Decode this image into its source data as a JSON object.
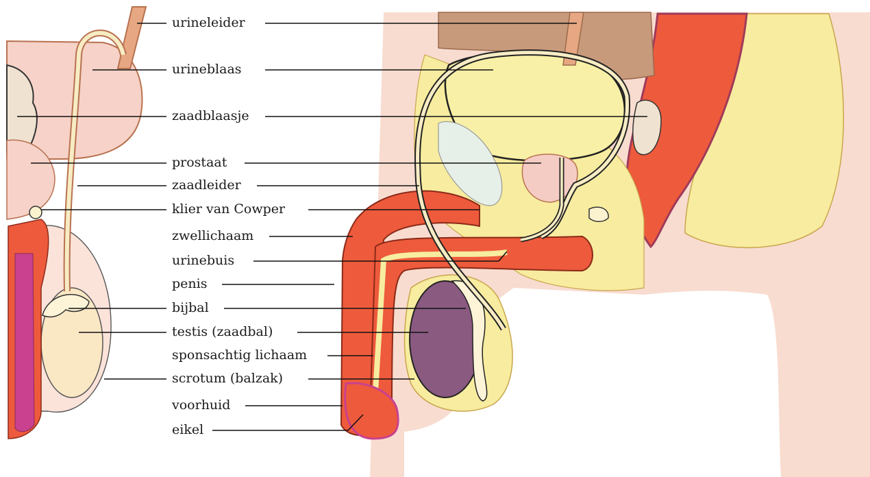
{
  "diagram": {
    "labels": [
      {
        "id": "urineleider",
        "text": "urineleider"
      },
      {
        "id": "urineblaas",
        "text": "urineblaas"
      },
      {
        "id": "zaadblaasje",
        "text": "zaadblaasje"
      },
      {
        "id": "prostaat",
        "text": "prostaat"
      },
      {
        "id": "zaadleider",
        "text": "zaadleider"
      },
      {
        "id": "klier-van-cowper",
        "text": "klier van Cowper"
      },
      {
        "id": "zwellichaam",
        "text": "zwellichaam"
      },
      {
        "id": "urinebuis",
        "text": "urinebuis"
      },
      {
        "id": "penis",
        "text": "penis"
      },
      {
        "id": "bijbal",
        "text": "bijbal"
      },
      {
        "id": "testis",
        "text": "testis (zaadbal)"
      },
      {
        "id": "sponsachtig-lichaam",
        "text": "sponsachtig lichaam"
      },
      {
        "id": "scrotum",
        "text": "scrotum (balzak)"
      },
      {
        "id": "voorhuid",
        "text": "voorhuid"
      },
      {
        "id": "eikel",
        "text": "eikel"
      }
    ]
  },
  "colors": {
    "skin": "#f8dcd0",
    "fat": "#f7ec9f",
    "muscle_red": "#ee5a3c",
    "bladder_fill": "#f8f0a6",
    "organ_brown": "#c89a7c",
    "testis_purple": "#8a5a80",
    "duct": "#f7ecc4",
    "outline": "#6a3a22"
  }
}
